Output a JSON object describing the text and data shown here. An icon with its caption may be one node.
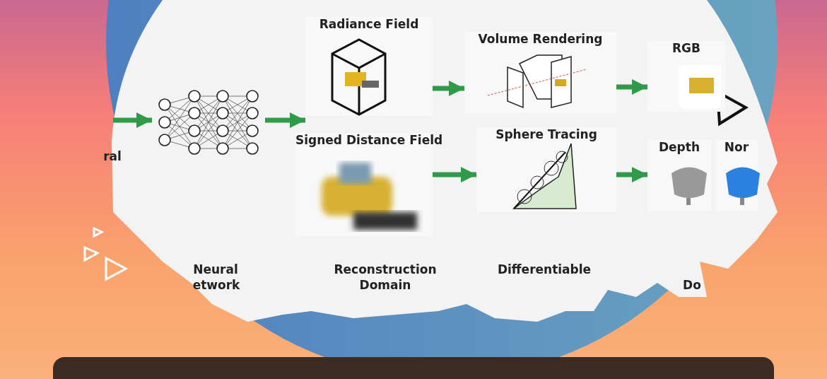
{
  "diagram": {
    "nodes": [
      {
        "text": [],
        "shape": "picture"
      },
      {
        "text": [
          "Radiance Field"
        ]
      },
      {
        "text": [
          "Signed Distance Field"
        ]
      },
      {
        "text": [
          "Volume Rendering"
        ]
      },
      {
        "text": [
          "Sphere Tracing"
        ]
      },
      {
        "text": [
          "RGB"
        ]
      },
      {
        "text": [
          "Depth"
        ]
      },
      {
        "text": [
          "Nor"
        ]
      },
      {
        "text": [],
        "shape": "bar"
      }
    ],
    "edges": [
      {
        "from": null,
        "to": 0,
        "arrow": "to"
      },
      {
        "from": 0,
        "to": 1,
        "arrow": "to"
      },
      {
        "from": 1,
        "to": 3,
        "arrow": "to"
      },
      {
        "from": 2,
        "to": 4,
        "arrow": "to"
      },
      {
        "from": 3,
        "to": 5,
        "arrow": "to"
      },
      {
        "from": 4,
        "to": 6,
        "arrow": "to"
      }
    ],
    "labels": [
      "ral",
      "Neural",
      "etwork",
      "Reconstruction Domain",
      "Differentiable",
      "Do"
    ]
  }
}
